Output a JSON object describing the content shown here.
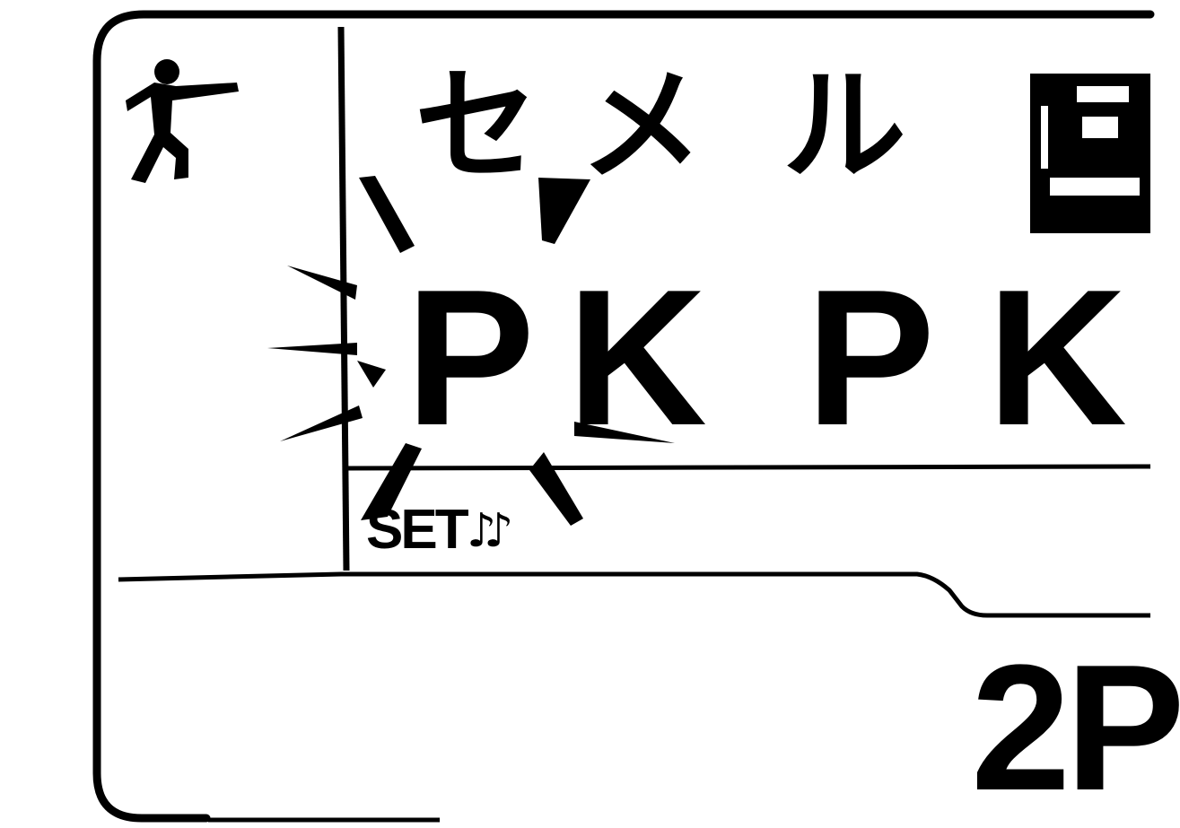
{
  "lcd": {
    "kana": [
      "セ",
      "メ",
      "ル"
    ],
    "code_chars": [
      "P",
      "K",
      "P",
      "K"
    ],
    "set_label": "SET",
    "notes_glyph": "♪♪",
    "player_label": "2P",
    "symbol_icon": "kanji-block-icon",
    "runner_icon": "running-figure-icon",
    "flash_icon": "burst-rays-icon"
  },
  "colors": {
    "ink": "#000000",
    "paper": "#ffffff"
  }
}
